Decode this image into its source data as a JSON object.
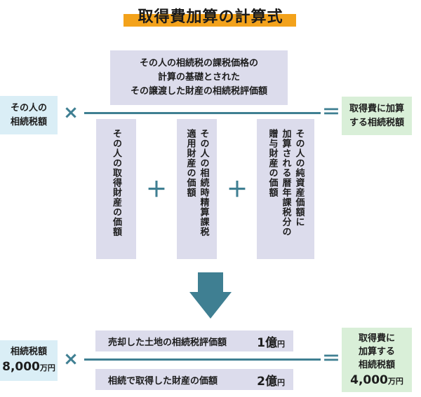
{
  "title": "取得費加算の計算式",
  "top_box": {
    "line1": "その人の相続税の課税価格の",
    "line2": "計算の基礎とされた",
    "line3": "その譲渡した財産の相続税評価額"
  },
  "left_box": {
    "line1": "その人の",
    "line2": "相続税額"
  },
  "right_box": {
    "line1": "取得費に加算",
    "line2": "する相続税額"
  },
  "operators": {
    "times": "×",
    "equals": "＝",
    "plus": "＋"
  },
  "vertical_boxes": [
    {
      "text": "その人の取得財産の価額"
    },
    {
      "text": "その人の相続時精算課税\n適用財産の価額"
    },
    {
      "text": "その人の純資産価額に\n加算される暦年課税分の\n贈与財産の価額"
    }
  ],
  "example": {
    "left_label": "相続税額",
    "left_value": "8,000",
    "left_unit": "万円",
    "numerator_text": "売却した土地の相続税評価額",
    "numerator_value": "1億",
    "numerator_unit": "円",
    "denominator_text": "相続で取得した財産の価額",
    "denominator_value": "2億",
    "denominator_unit": "円",
    "right_line1": "取得費に",
    "right_line2": "加算する",
    "right_line3": "相続税額",
    "right_value": "4,000",
    "right_unit": "万円"
  },
  "colors": {
    "accent": "#3f7f92",
    "title_highlight": "#f3a21b",
    "lavender": "#dcdcec",
    "cyan": "#daeef6",
    "green": "#d9efd8"
  }
}
